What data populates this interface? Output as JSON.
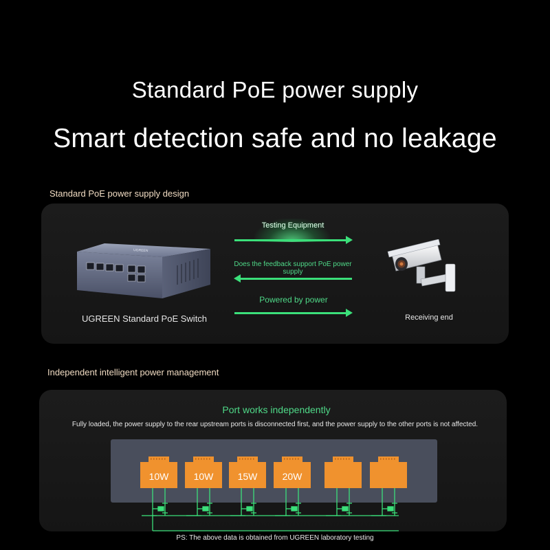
{
  "hero": {
    "line1": "Standard PoE power supply",
    "line2": "Smart detection safe and no leakage"
  },
  "section1": {
    "label": "Standard PoE power supply design",
    "switch_caption": "UGREEN Standard PoE Switch",
    "switch_brand": "UGREEN",
    "arrow_labels": {
      "testing": "Testing Equipment",
      "feedback": "Does the feedback support PoE power supply",
      "powered": "Powered by power"
    },
    "receiver_caption": "Receiving end"
  },
  "section2": {
    "label": "Independent intelligent power management",
    "title": "Port works independently",
    "description": "Fully loaded, the power supply to the rear upstream ports is disconnected first, and the power supply to the other ports is not affected.",
    "ports": [
      {
        "label": "10W"
      },
      {
        "label": "10W"
      },
      {
        "label": "15W"
      },
      {
        "label": "20W"
      },
      {
        "label": ""
      },
      {
        "label": ""
      }
    ],
    "footnote": "PS: The above data is obtained from UGREEN laboratory testing"
  },
  "colors": {
    "background": "#000000",
    "accent_green": "#3be07a",
    "port_orange": "#f0922e",
    "panel_gray": "#494e5c",
    "section_label": "#f1dcc3"
  },
  "icons": [
    "poe-switch-icon",
    "security-camera-icon",
    "ethernet-port-icon",
    "arrow-right-icon",
    "arrow-left-icon"
  ]
}
